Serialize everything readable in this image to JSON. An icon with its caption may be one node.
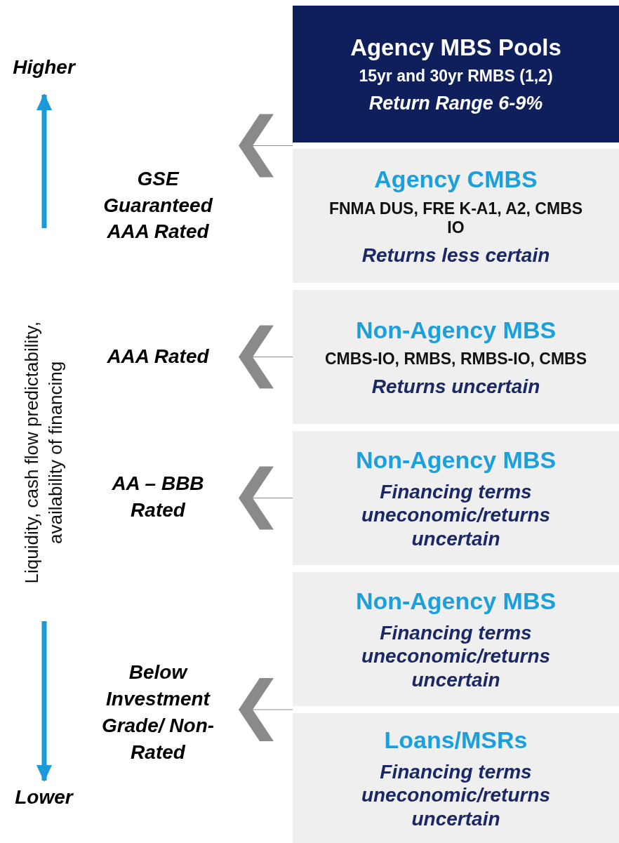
{
  "diagram": {
    "nodes": [
      {
        "text": [
          "Agency MBS Pools",
          "15yr and 30yr RMBS (1,2)",
          "Return Range 6-9%"
        ]
      },
      {
        "text": [
          "Agency CMBS",
          "FNMA DUS, FRE K-A1, A2, CMBS IO",
          "Returns less certain"
        ]
      },
      {
        "text": [
          "Non-Agency MBS",
          "CMBS-IO, RMBS, RMBS-IO, CMBS",
          "Returns uncertain"
        ]
      },
      {
        "text": [
          "Non-Agency MBS",
          "Financing terms uneconomic/returns uncertain"
        ]
      },
      {
        "text": [
          "Non-Agency MBS",
          "Financing terms uneconomic/returns uncertain"
        ]
      },
      {
        "text": [
          "Loans/MSRs",
          "Financing terms uneconomic/returns uncertain"
        ]
      },
      {
        "text": [
          "GSE Guaranteed AAA Rated"
        ]
      },
      {
        "text": [
          "AAA Rated"
        ]
      },
      {
        "text": [
          "AA – BBB Rated"
        ]
      },
      {
        "text": [
          "Below Investment Grade/ Non-Rated"
        ]
      }
    ],
    "edges": [
      {
        "from": 0,
        "to": 6,
        "arrow": "to"
      },
      {
        "from": 1,
        "to": 6,
        "arrow": "to"
      },
      {
        "from": 2,
        "to": 7,
        "arrow": "to"
      },
      {
        "from": 3,
        "to": 8,
        "arrow": "to"
      },
      {
        "from": 4,
        "to": 9,
        "arrow": "to"
      },
      {
        "from": 5,
        "to": 9,
        "arrow": "to"
      }
    ],
    "labels": [
      "Higher",
      "Liquidity, cash flow predictability, availability of financing",
      "Lower"
    ]
  }
}
